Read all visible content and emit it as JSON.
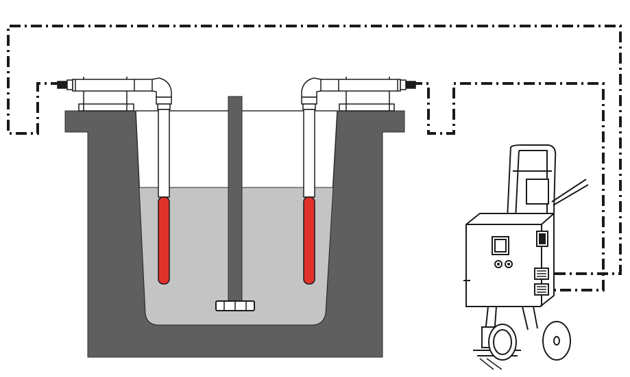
{
  "diagram": {
    "kind": "immersion-heater-tank-setup",
    "colors": {
      "background": "#ffffff",
      "tank_concrete": "#5f5f5f",
      "tank_outline": "#2b2b2b",
      "liquid": "#c4c4c4",
      "heater_element": "#e0322b",
      "metal_light": "#ffffff",
      "line": "#1a1a1a",
      "cart_fill": "#f4f4f4"
    },
    "components": {
      "tank": "concrete-tank",
      "liquid": "liquid",
      "heaters": [
        "left-immersion-heater",
        "right-immersion-heater"
      ],
      "mixer": "center-mixer-shaft",
      "controller": "portable-control-panel-cart",
      "cables": [
        "outer-power-cable",
        "inner-power-cable"
      ]
    }
  }
}
